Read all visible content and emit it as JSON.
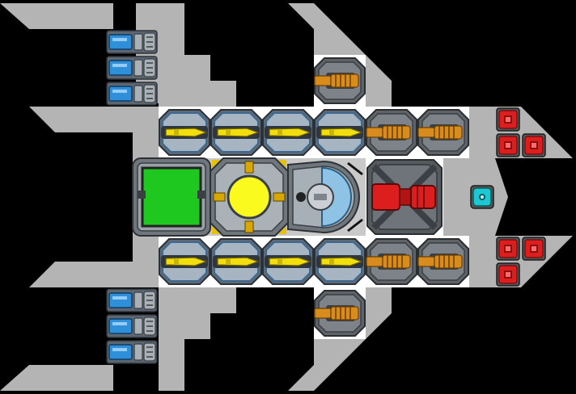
{
  "ship": {
    "palette": {
      "background": "#000000",
      "hull": "#b4b4b4",
      "room_floor": "#ffffff",
      "module_frame": "#8a8f94",
      "missile_yellow": "#f2de0c",
      "battery_blue": "#2f8fd8",
      "cannon_orange": "#d98c1e",
      "reactor_green": "#1ec81e",
      "core_yellow": "#fafa1e",
      "shield_blue": "#8fc3e6",
      "red_module": "#dc1e1e",
      "cyan_node": "#1ec8d2"
    },
    "modules": {
      "batteries_top": [
        "battery",
        "battery",
        "battery"
      ],
      "batteries_bottom": [
        "battery",
        "battery",
        "battery"
      ],
      "missile_row_top": [
        "missile-pod",
        "missile-pod",
        "missile-pod",
        "missile-pod"
      ],
      "missile_row_bottom": [
        "missile-pod",
        "missile-pod",
        "missile-pod",
        "missile-pod"
      ],
      "cannons_top": [
        "cannon",
        "cannon"
      ],
      "cannons_bottom": [
        "cannon",
        "cannon"
      ],
      "side_cannons": [
        "cannon-upper",
        "cannon-lower"
      ],
      "core": [
        "reactor-green-screen",
        "power-core-yellow",
        "shield-dome",
        "red-engine"
      ],
      "red_cells_top": [
        "red-cell",
        "red-cell",
        "red-cell"
      ],
      "red_cells_bottom": [
        "red-cell",
        "red-cell",
        "red-cell"
      ],
      "nose_node": "cyan-node"
    }
  }
}
